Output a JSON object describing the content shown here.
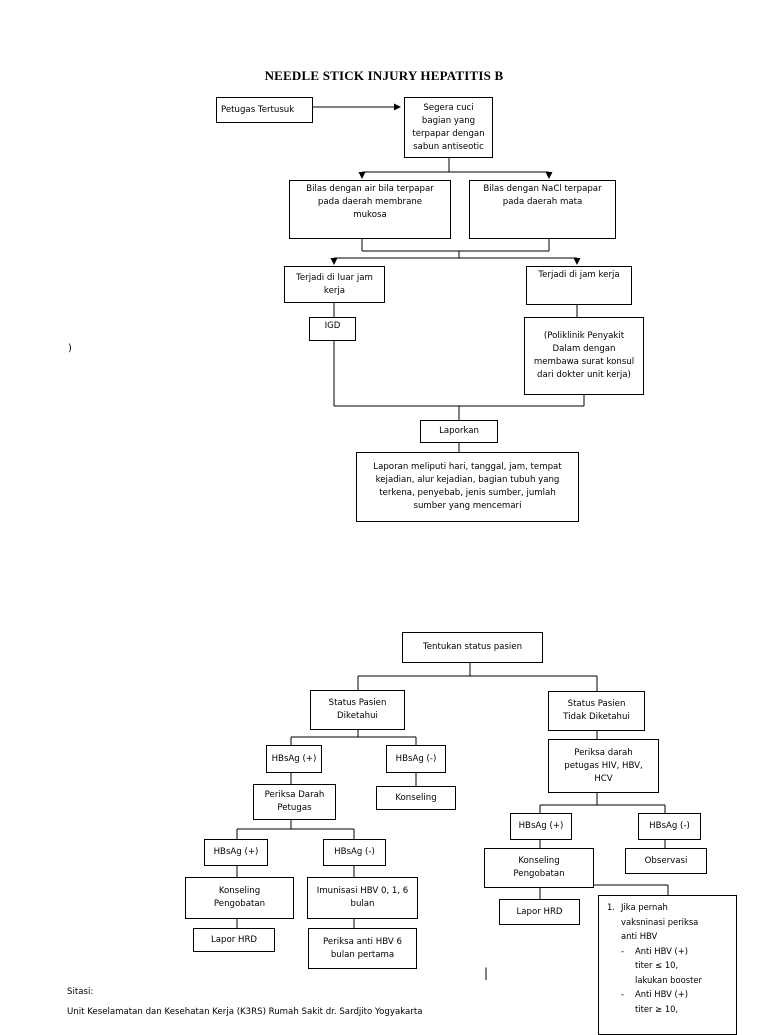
{
  "title": "NEEDLE STICK INJURY HEPATITIS B",
  "flow1": {
    "petugas": "Petugas Tertusuk",
    "segera": "Segera cuci\nbagian yang\nterpapar dengan\nsabun antiseotic",
    "bilas_air": "Bilas dengan air bila terpapar\npada daerah membrane\nmukosa",
    "bilas_nacl": "Bilas dengan NaCl terpapar\npada daerah mata",
    "luar_jam": "Terjadi di luar jam\nkerja",
    "jam_kerja": "Terjadi di jam kerja",
    "igd": "IGD",
    "poliklinik": "(Poliklinik Penyakit\nDalam dengan\nmembawa surat konsul\ndari dokter unit kerja)",
    "laporkan": "Laporkan",
    "laporan": "Laporan meliputi hari, tanggal, jam, tempat\nkejadian, alur kejadian, bagian tubuh yang\nterkena, penyebab, jenis sumber, jumlah\nsumber yang mencemari"
  },
  "flow2": {
    "tentukan": "Tentukan status pasien",
    "diketahui": "Status Pasien\nDiketahui",
    "tidak_diketahui": "Status Pasien\nTidak Diketahui",
    "hbsag_pos_1": "HBsAg (+)",
    "hbsag_neg_1": "HBsAg (-)",
    "konseling_1": "Konseling",
    "periksa_darah": "Periksa Darah\nPetugas",
    "hbsag_pos_2": "HBsAg (+)",
    "hbsag_neg_2": "HBsAg (-)",
    "konseling_pengobatan_1": "Konseling\nPengobatan",
    "imunisasi": "Imunisasi HBV 0, 1, 6\nbulan",
    "lapor_hrd_1": "Lapor HRD",
    "periksa_anti": "Periksa anti HBV 6\nbulan pertama",
    "periksa_hiv": "Periksa darah\npetugas HIV, HBV,\nHCV",
    "hbsag_pos_3": "HBsAg (+)",
    "hbsag_neg_3": "HBsAg (-)",
    "konseling_pengobatan_2": "Konseling\nPengobatan",
    "observasi": "Observasi",
    "lapor_hrd_2": "Lapor HRD",
    "note": {
      "num": "1.",
      "lead_1": "Jika pernah",
      "lead_2": "vaksninasi periksa",
      "lead_3": "anti HBV",
      "item1_l1": "Anti HBV (+)",
      "item1_l2": "titer ≤ 10,",
      "item1_l3": "lakukan booster",
      "item2_l1": "Anti HBV (+)",
      "item2_l2": "titer ≥ 10,",
      "dash": "-"
    }
  },
  "stray_paren": ")",
  "stray_bar": "|",
  "footer": {
    "sitasi": "Sitasi:",
    "source": "Unit Keselamatan dan Kesehatan Kerja (K3RS)  Rumah Sakit dr. Sardjito Yogyakarta"
  }
}
